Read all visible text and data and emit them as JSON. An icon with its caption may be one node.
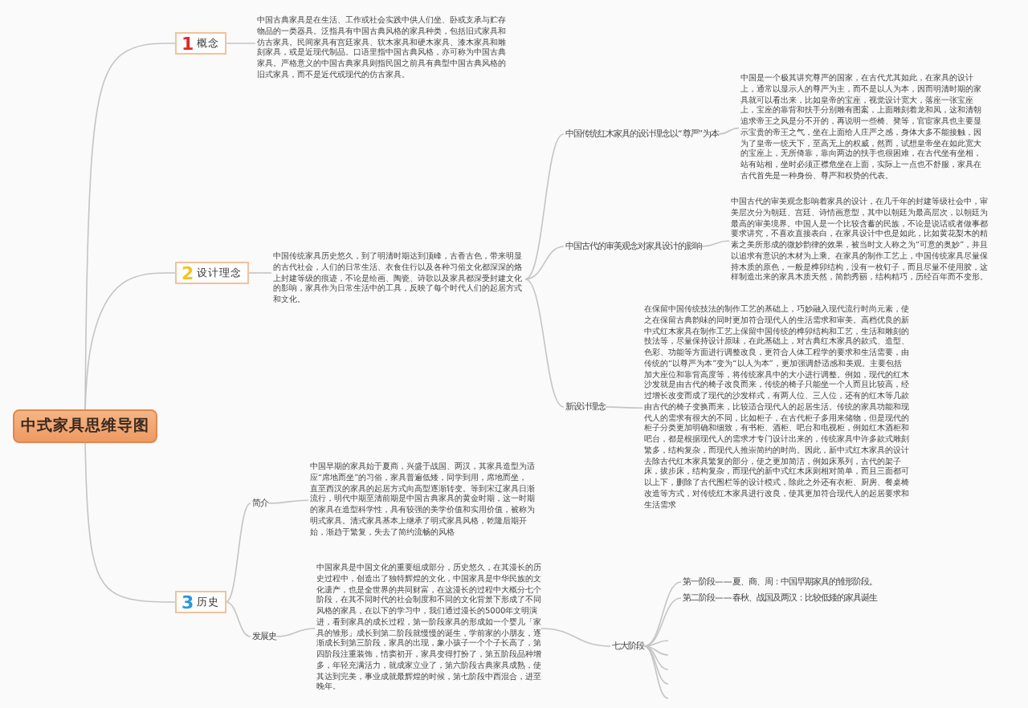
{
  "diagram": {
    "nodes": [
      {
        "text": [
          "中式家具思维导图"
        ]
      },
      {
        "text": [
          "1",
          "概念"
        ]
      },
      {
        "text": [
          "中国古典家具是在生活、工作或社会实践中供人们坐、卧或支承与贮存物品的一类器具。泛指具有中国古典风格的家具种类，包括旧式家具和仿古家具。民间家具有宫廷家具、软木家具和硬木家具、漆木家具和雕刻家具，或是近现代制品。口语里指中国古典风格，亦可称为中国古典家具。严格意义的中国古典家具则指民国之前具有典型中国古典风格的旧式家具，而不是近代或现代的仿古家具。"
        ]
      },
      {
        "text": [
          "2",
          "设计理念"
        ]
      },
      {
        "text": [
          "中国传统家具历史悠久，到了明清时期达到顶峰，古香古色，带来明显的古代社会，人们的日常生活、衣食住行以及各种习俗文化都深深的烙上封建等级的痕迹，不论是绘画、陶瓷、诗歌以及家具都深受封建文化的影响，家具作为日常生活中的工具，反映了每个时代人们的起居方式和文化。"
        ]
      },
      {
        "text": [
          "中国传统红木家具的设计理念以“尊严”为本"
        ]
      },
      {
        "text": [
          "中国是一个极其讲究尊严的国家，在古代尤其如此，在家具的设计上，通常以显示人的尊严为主，而不是以人为本，因而明清时期的家具就可以看出来，比如皇帝的宝座，视觉设计宽大，落座一张宝座上，宝座的靠背和扶手分别雕有图案，上面雕刻着龙和凤，这和清朝追求帝王之风是分不开的，再说明一些椅、凳等，官宦家具也主要显示宝贵的帝王之气，坐在上面给人庄严之感，身体大多不能接触，因为了皇帝一统天下，至高无上的权威，然而，试想皇帝坐在如此宽大的宝座上，无所倚靠，靠向两边的扶手也很困难，在古代坐有坐相，站有站相，坐时必须正襟危坐在上面，实际上一点也不舒服，家具在古代首先是一种身份、尊严和权势的代表。"
        ]
      },
      {
        "text": [
          "中国古代的审美观念对家具设计的影响"
        ]
      },
      {
        "text": [
          "中国古代的审美观念影响着家具的设计，在几千年的封建等级社会中，审美层次分为朝廷、宫廷、诗情画意型，其中以朝廷为最高层次，以朝廷为最高的审美境界。中国人是一个比较含蓄的民族，不论是说话或者做事都要求讲究，不喜欢直接表白，在家具设计中也是如此，比如黄花梨木的精素之美所形成的微妙韵律的效果，被当时文人称之为“可意的奥妙”，并且以追求有意识的木材为上乘。在家具的制作工艺上，中国传统家具尽量保持木质的原色，一般是榫卯结构，没有一枚钉子，而且尽量不使用胶，这样制造出来的家具木质天然，简韵秀丽，结构精巧，历经百年而不变形。"
        ]
      },
      {
        "text": [
          "新设计理念"
        ]
      },
      {
        "text": [
          "在保留中国传统技法的制作工艺的基础上，巧妙融入现代流行时尚元素，使之在保留古典韵味的同时更加符合现代人的生活需求和审美。高档优良的新中式红木家具在制作工艺上保留中国传统的榫卯结构和工艺，生活和雕刻的技法等，尽量保持设计原味，在此基础上，对古典红木家具的款式、造型、色彩、功能等方面进行调整改良，更符合人体工程学的要求和生活需要，由传统的“以尊严为本”变为“以人为本”，更加强调舒适感和美观。主要包括加大座位和靠背高度等，将传统家具中的大小进行调整。例如，现代的红木沙发就是由古代的椅子改良而来，传统的椅子只能坐一个人而且比较高，经过增长改变而成了现代的沙发样式，有两人位、三人位，还有的红木等几款由古代的椅子变换而来，比较适合现代人的起居生活。传统的家具功能和现代人的需求有很大的不同，比如柜子，在古代柜子多用来储物，但是现代的柜子分类更加明确和细致，有书柜、酒柜、吧台和电视柜，例如红木酒柜和吧台，都是根据现代人的需求才专门设计出来的，传统家具中许多款式雕刻繁多，结构复杂，而现代人推崇简约的时尚。因此，新中式红木家具的设计去除古代红木家具繁复的部分，使之更加简洁，例如床系列，古代的架子床，拔步床，结构复杂，而现代的新中式红木床则相对简单，而且三面都可以上下，删除了古代围栏等的设计模式，除此之外还有衣柜、厨房、餐桌椅改造等方式，对传统红木家具进行改良，使其更加符合现代人的起居要求和生活需求"
        ]
      },
      {
        "text": [
          "3",
          "历史"
        ]
      },
      {
        "text": [
          "简介"
        ]
      },
      {
        "text": [
          "中国早期的家具始于夏商，兴盛于战国、两汉，其家具造型为适应“席地而坐”的习俗，家具普遍低矮，同学到用，席地而坐，直至西汉的家具的起居方式向高型逐渐转变。等到宋辽家具日渐流行，明代中期至清前期是中国古典家具的黄金时期，这一时期的家具在造型科学性，具有较强的美学价值和实用价值，被称为明式家具。清式家具基本上继承了明式家具风格，乾隆后期开始，渐趋于繁复，失去了简约流畅的风格"
        ]
      },
      {
        "text": [
          "发展史"
        ]
      },
      {
        "text": [
          "中国家具是中国文化的重要组成部分，历史悠久，在其漫长的历史过程中，创造出了独特辉煌的文化，中国家具是中华民族的文化遗产，也是全世界的共同财富，在这漫长的过程中大概分七个阶段，在其不同时代的社会制度和不同的文化背景下形成了不同风格的家具，在以下的学习中，我们通过漫长的5000年文明演进，看到家具的成长过程，第一阶段家具的形成如一个婴儿「家具的雏形」成长到第二阶段就慢慢的诞生，学前家的小朋友，逐渐成长到第三阶段，家具的出现，象小孩子一个个子长高了，第四阶段注重装饰，情窦初开，家具变得打扮了，第五阶段品种增多，年轻充满活力，就成家立业了，第六阶段古典家具成熟，使其达到完美，事业成就最辉煌的时候，第七阶段中西混合，进至晚年。"
        ]
      },
      {
        "text": [
          "七大阶段"
        ]
      },
      {
        "text": [
          "第一阶段——夏、商、周：中国早期家具的雏形阶段。"
        ]
      },
      {
        "text": [
          "第二阶段——春秋、战国及两汉：比较低矮的家具诞生"
        ]
      }
    ],
    "edges": [
      {
        "from": 0,
        "to": 1,
        "arrow": "none"
      },
      {
        "from": 0,
        "to": 3,
        "arrow": "none"
      },
      {
        "from": 0,
        "to": 11,
        "arrow": "none"
      },
      {
        "from": 1,
        "to": 2,
        "arrow": "none"
      },
      {
        "from": 3,
        "to": 4,
        "arrow": "none"
      },
      {
        "from": 4,
        "to": 5,
        "arrow": "none"
      },
      {
        "from": 4,
        "to": 7,
        "arrow": "none"
      },
      {
        "from": 4,
        "to": 9,
        "arrow": "none"
      },
      {
        "from": 5,
        "to": 6,
        "arrow": "none"
      },
      {
        "from": 7,
        "to": 8,
        "arrow": "none"
      },
      {
        "from": 9,
        "to": 10,
        "arrow": "none"
      },
      {
        "from": 11,
        "to": 12,
        "arrow": "none"
      },
      {
        "from": 11,
        "to": 14,
        "arrow": "none"
      },
      {
        "from": 12,
        "to": 13,
        "arrow": "none"
      },
      {
        "from": 14,
        "to": 15,
        "arrow": "none"
      },
      {
        "from": 15,
        "to": 16,
        "arrow": "none"
      },
      {
        "from": 16,
        "to": 17,
        "arrow": "none"
      },
      {
        "from": 16,
        "to": 18,
        "arrow": "none"
      },
      {
        "from": 16,
        "to": null,
        "arrow": "none"
      },
      {
        "from": 16,
        "to": null,
        "arrow": "none"
      },
      {
        "from": 16,
        "to": null,
        "arrow": "none"
      },
      {
        "from": 16,
        "to": null,
        "arrow": "none"
      },
      {
        "from": 16,
        "to": null,
        "arrow": "none"
      }
    ]
  }
}
